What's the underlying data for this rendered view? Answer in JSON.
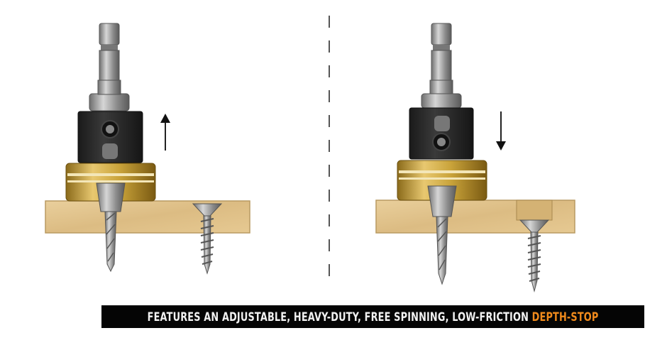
{
  "illustration": {
    "left_panel": {
      "state": "raised",
      "arrow_direction": "up",
      "arrow_icon": "arrow-up-icon",
      "components": [
        "hex-shank",
        "collar-body",
        "depth-stop-ring",
        "countersink-bit",
        "wood-board",
        "screw"
      ]
    },
    "right_panel": {
      "state": "lowered",
      "arrow_direction": "down",
      "arrow_icon": "arrow-down-icon",
      "components": [
        "hex-shank",
        "collar-body",
        "depth-stop-ring",
        "countersink-bit",
        "wood-board",
        "plugged-screw"
      ]
    },
    "divider": "dashed-vertical-line"
  },
  "banner": {
    "text_main": "FEATURES AN ADJUSTABLE, HEAVY-DUTY, FREE SPINNING, LOW-FRICTION",
    "text_highlight": "DEPTH-STOP",
    "colors": {
      "background": "#050505",
      "main": "#f2f2f2",
      "highlight": "#f08a1c"
    }
  },
  "colors": {
    "wood": "#e3c58f",
    "wood_edge": "#b99a62",
    "brass": "#c9a33a",
    "collar": "#2a2a2a",
    "steel": "#9a9a9a"
  }
}
